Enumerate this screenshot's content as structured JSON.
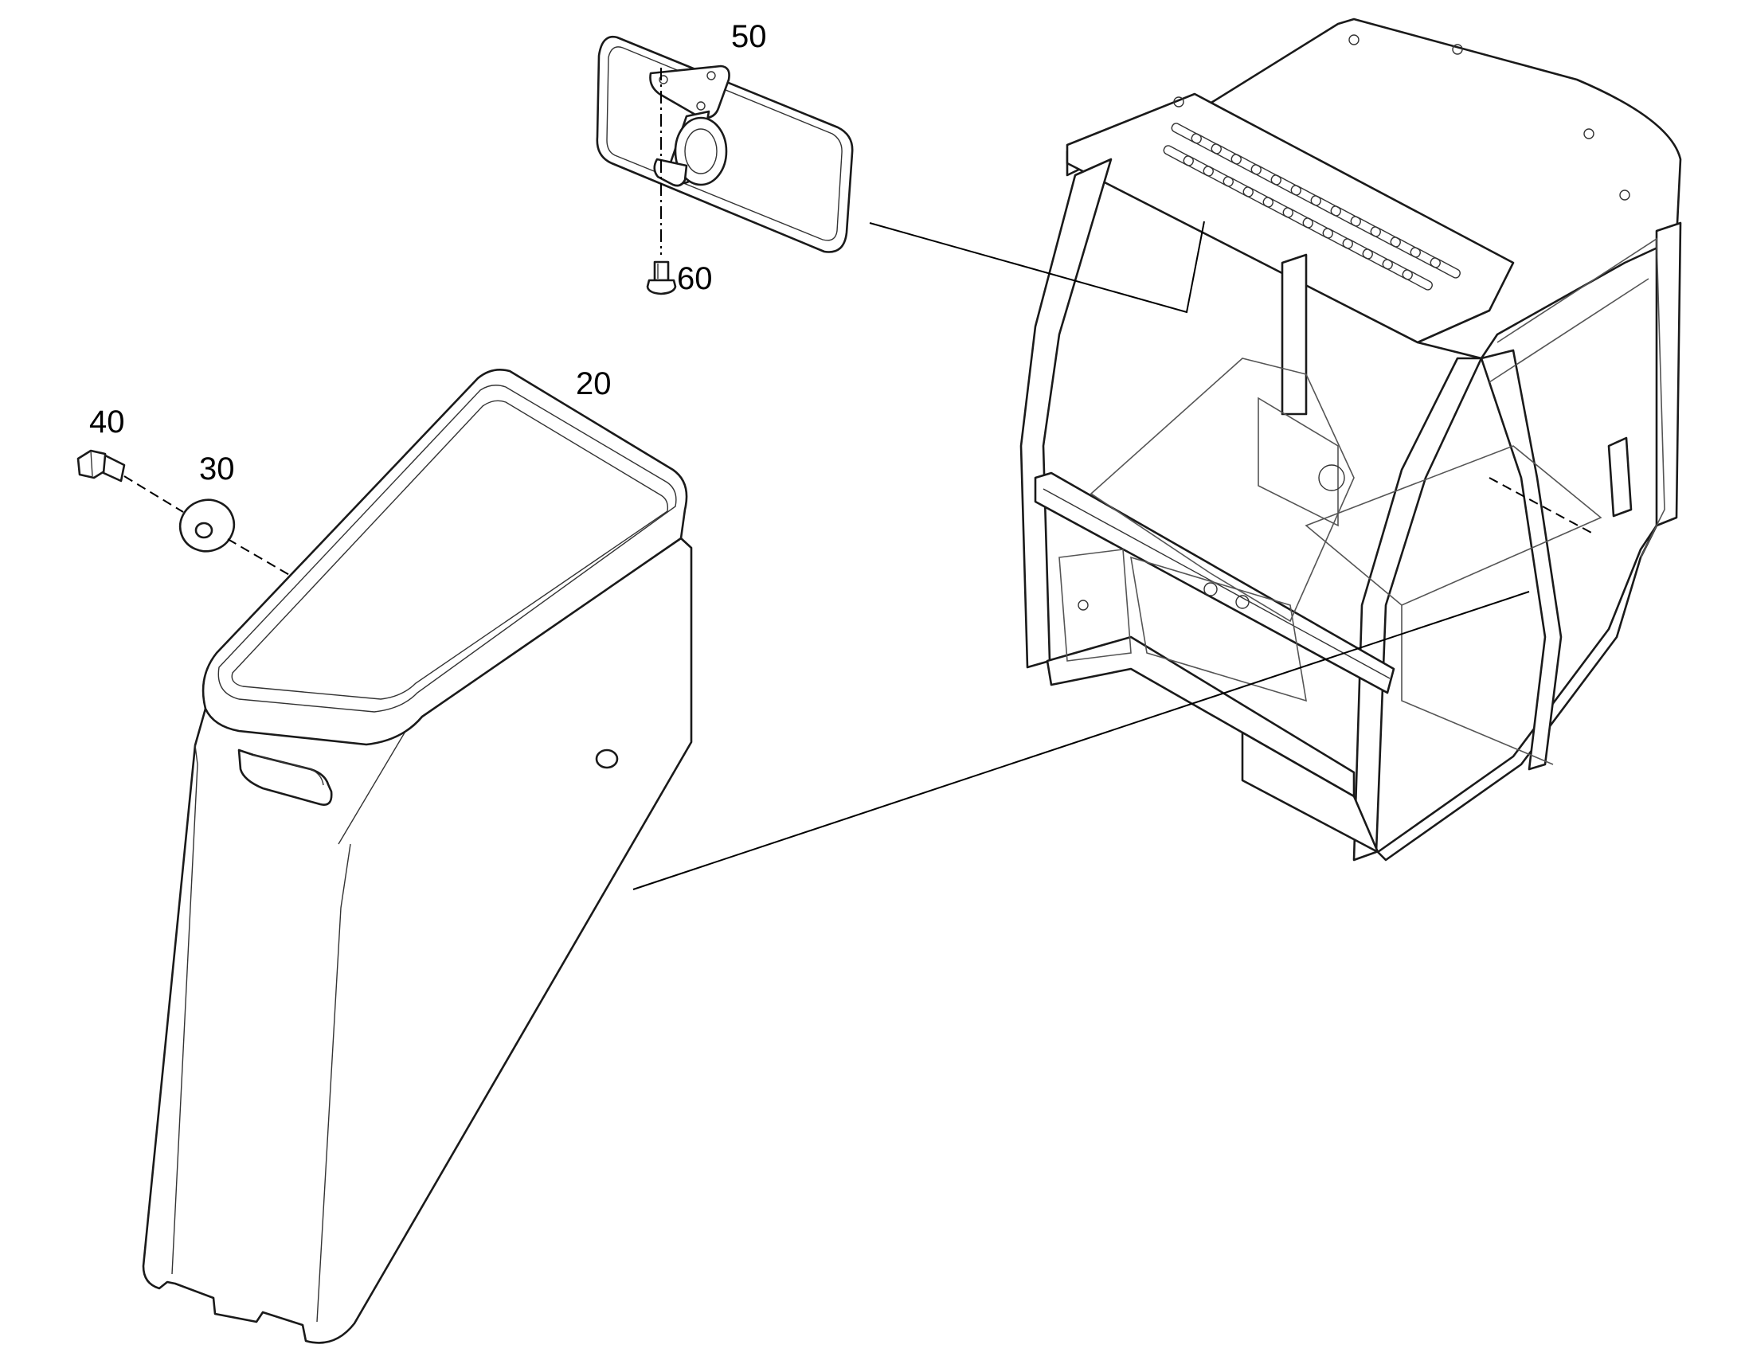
{
  "callouts": {
    "part_20": "20",
    "part_30": "30",
    "part_40": "40",
    "part_50": "50",
    "part_60": "60"
  },
  "colors": {
    "line": "#1a1a1a",
    "background": "#ffffff"
  }
}
